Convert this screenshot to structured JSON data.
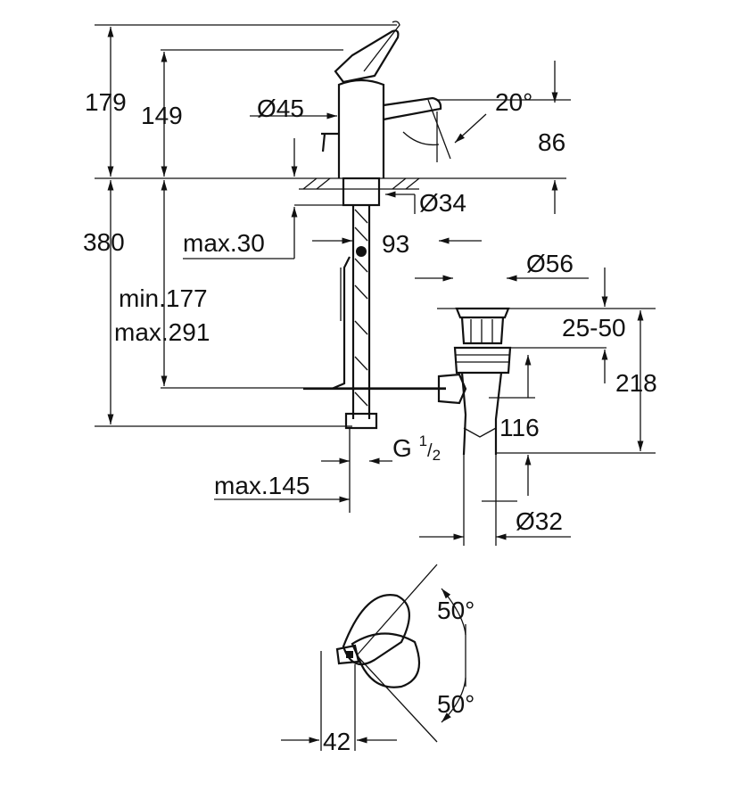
{
  "dimensions": {
    "d179": "179",
    "d149": "149",
    "d45": "Ø45",
    "angle20": "20°",
    "d86": "86",
    "d34": "Ø34",
    "d380": "380",
    "max30": "max.30",
    "d93": "93",
    "d56": "Ø56",
    "min177": "min.177",
    "max291": "max.291",
    "d25_50": "25-50",
    "d218": "218",
    "d116": "116",
    "thread": {
      "prefix": "G",
      "num": "1",
      "slash": "/",
      "den": "2"
    },
    "max145": "max.145",
    "d32": "Ø32",
    "angle50_top": "50°",
    "angle50_bottom": "50°",
    "d42": "42"
  }
}
